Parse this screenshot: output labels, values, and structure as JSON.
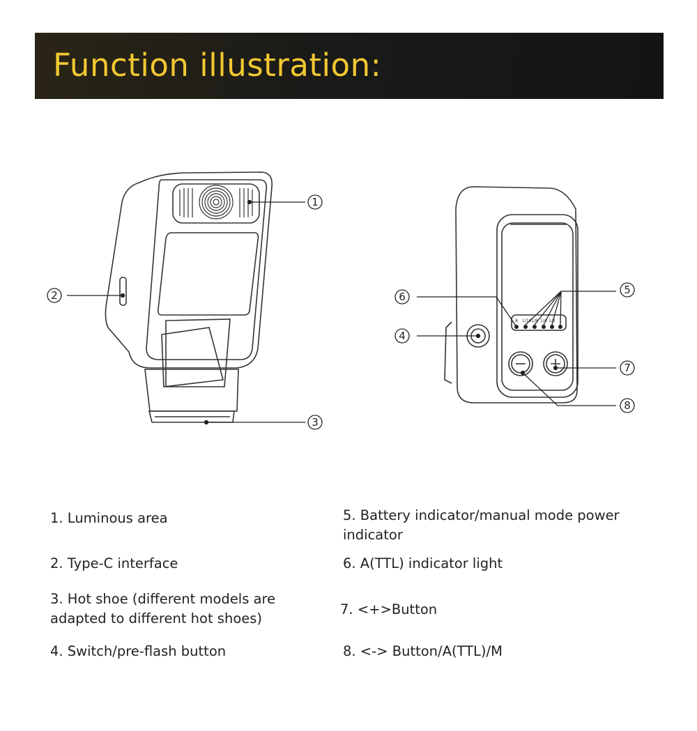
{
  "banner": {
    "title": "Function illustration:",
    "title_color": "#f2c832"
  },
  "callouts": [
    "1",
    "2",
    "3",
    "4",
    "5",
    "6",
    "7",
    "8"
  ],
  "indicator_labels": [
    "A",
    "1/16",
    "1/8",
    "1/4",
    "1/2",
    "1"
  ],
  "descriptions": {
    "left": [
      "1. Luminous area",
      "2. Type-C interface",
      "3. Hot shoe (different models are adapted to different hot shoes)",
      "4. Switch/pre-flash button"
    ],
    "right": [
      "5. Battery indicator/manual mode power indicator",
      "6. A(TTL) indicator light",
      "7. <+>Button",
      "8. <-> Button/A(TTL)/M"
    ]
  }
}
